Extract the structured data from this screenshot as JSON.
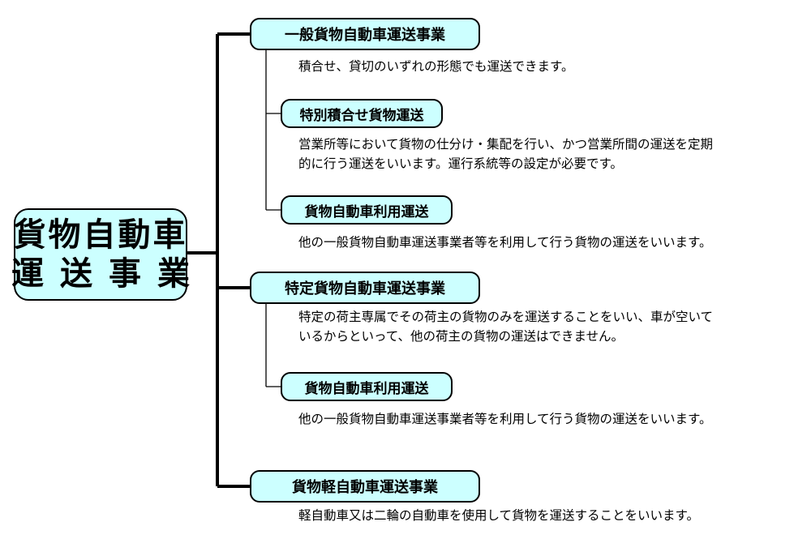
{
  "root": {
    "line1": "貨物自動車",
    "line2": "運送事業"
  },
  "categories": {
    "general": {
      "title": "一般貨物自動車運送事業",
      "desc": "積合せ、貸切のいずれの形態でも運送できます。",
      "subs": {
        "special_consolidated": {
          "title": "特別積合せ貨物運送",
          "desc_line1": "営業所等において貨物の仕分け・集配を行い、かつ営業所間の運送を定期",
          "desc_line2": "的に行う運送をいいます。運行系統等の設定が必要です。"
        },
        "utilization": {
          "title": "貨物自動車利用運送",
          "desc": "他の一般貨物自動車運送事業者等を利用して行う貨物の運送をいいます。"
        }
      }
    },
    "specific": {
      "title": "特定貨物自動車運送事業",
      "desc_line1": "特定の荷主専属でその荷主の貨物のみを運送することをいい、車が空いて",
      "desc_line2": "いるからといって、他の荷主の貨物の運送はできません。",
      "subs": {
        "utilization": {
          "title": "貨物自動車利用運送",
          "desc": "他の一般貨物自動車運送事業者等を利用して行う貨物の運送をいいます。"
        }
      }
    },
    "light": {
      "title": "貨物軽自動車運送事業",
      "desc": "軽自動車又は二輪の自動車を使用して貨物を運送することをいいます。"
    }
  },
  "colors": {
    "box_fill": "#ccffff",
    "line": "#000000"
  }
}
